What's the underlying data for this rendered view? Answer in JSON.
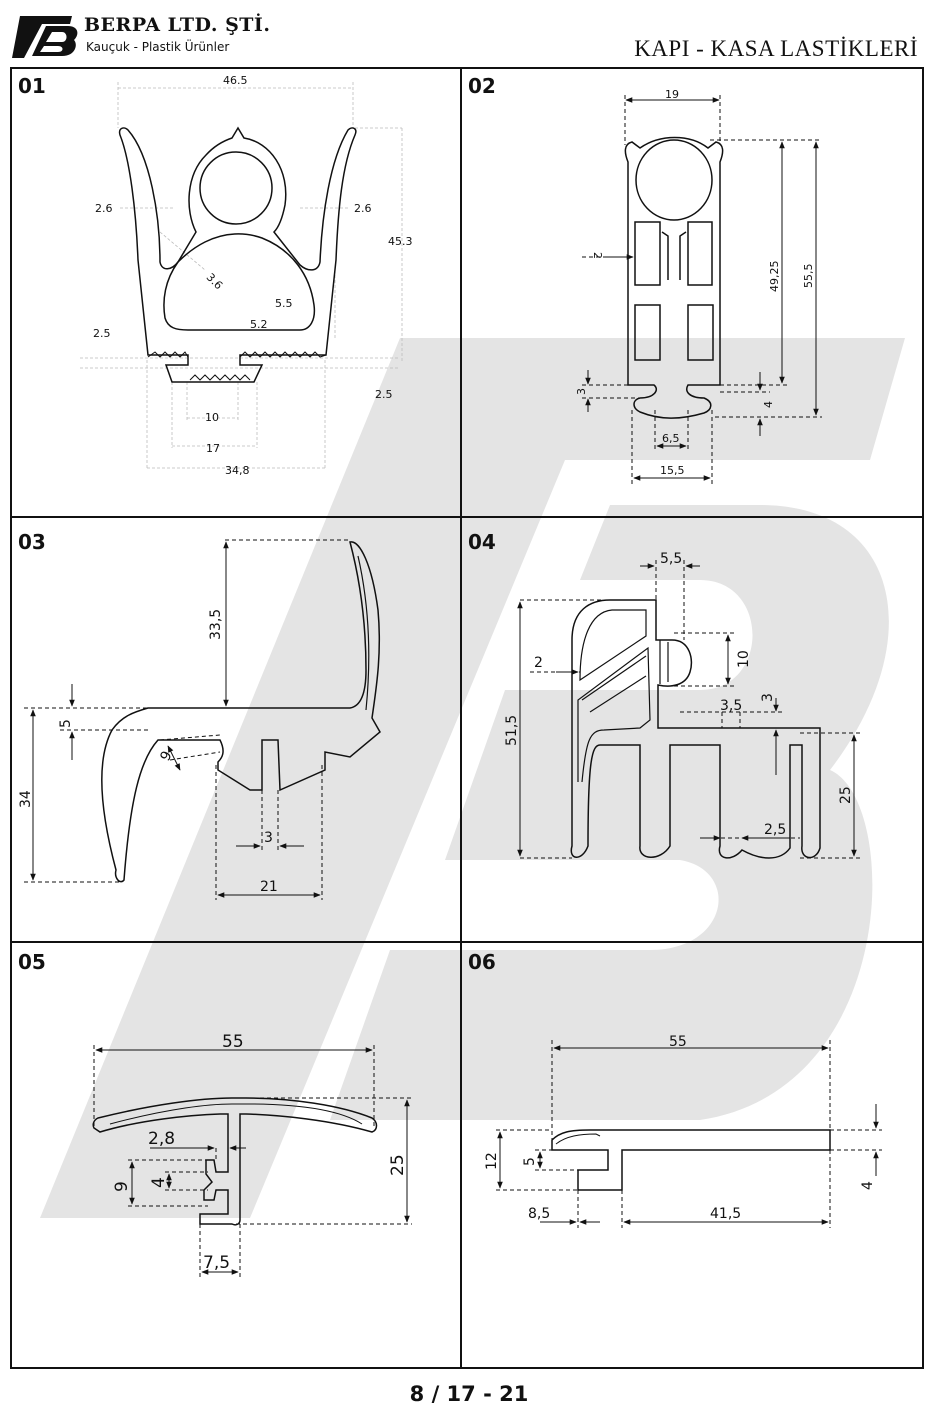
{
  "header": {
    "company": "BERPA LTD. ŞTİ.",
    "tagline": "Kauçuk - Plastik Ürünler",
    "title": "KAPI - KASA LASTİKLERİ"
  },
  "footer": {
    "page": "8 / 17 - 21"
  },
  "panels": [
    {
      "number": "01",
      "dims": {
        "w": "46.5",
        "h": "45.3",
        "t1": "2.6",
        "t2": "2.6",
        "t3": "3.6",
        "t4": "5.5",
        "t5": "5.2",
        "t6": "2.5",
        "t7": "2.5",
        "b1": "10",
        "b2": "17",
        "b3": "34,8"
      }
    },
    {
      "number": "02",
      "dims": {
        "w": "19",
        "h1": "49,25",
        "h2": "55,5",
        "t": "2",
        "s": "3",
        "f": "4",
        "b1": "6,5",
        "b2": "15,5"
      }
    },
    {
      "number": "03",
      "dims": {
        "h1": "33,5",
        "h2": "5",
        "h3": "34",
        "a": "9",
        "s": "3",
        "w": "21"
      }
    },
    {
      "number": "04",
      "dims": {
        "top": "5,5",
        "t": "2",
        "h1": "10",
        "h": "51,5",
        "a": "3,5",
        "b": "3",
        "c": "25",
        "d": "2,5"
      }
    },
    {
      "number": "05",
      "dims": {
        "w": "55",
        "a": "2,8",
        "h1": "9",
        "h2": "4",
        "h": "25",
        "b": "7,5"
      }
    },
    {
      "number": "06",
      "dims": {
        "w": "55",
        "h1": "12",
        "h2": "5",
        "h3": "4",
        "b1": "8,5",
        "b2": "41,5"
      }
    }
  ]
}
